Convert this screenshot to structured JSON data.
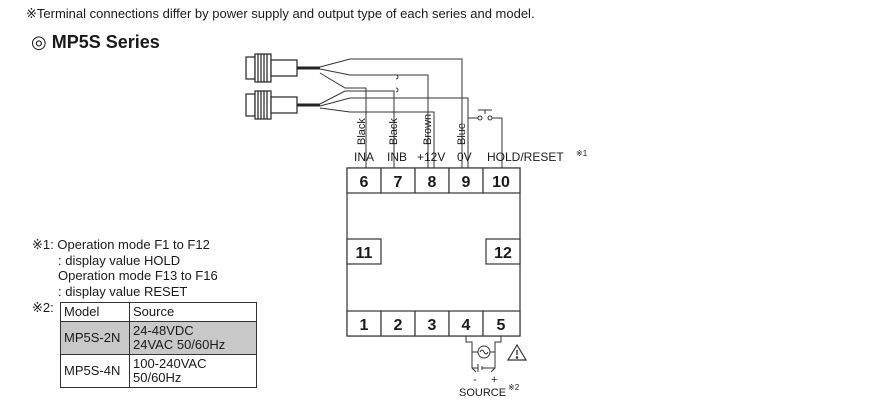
{
  "note": "※Terminal connections differ by power supply and output type of each series and model.",
  "series": {
    "mark": "◎",
    "title": "MP5S Series"
  },
  "wires": [
    "Black",
    "Black",
    "Brown",
    "Blue"
  ],
  "signals": [
    "INA",
    "INB",
    "+12V",
    "0V",
    "HOLD/RESET"
  ],
  "signal_note_mark": "※1",
  "terminals": {
    "top": [
      "6",
      "7",
      "8",
      "9",
      "10"
    ],
    "left": "11",
    "right": "12",
    "bottom": [
      "1",
      "2",
      "3",
      "4",
      "5"
    ]
  },
  "source": {
    "minus": "-",
    "plus": "+",
    "label": "SOURCE",
    "mark": "※2"
  },
  "footnote1": {
    "mark": "※1:",
    "lines": [
      "Operation mode F1 to F12",
      ": display value HOLD",
      "Operation mode F13 to F16",
      ": display value RESET"
    ]
  },
  "footnote2": {
    "mark": "※2:",
    "headers": [
      "Model",
      "Source"
    ],
    "rows": [
      {
        "model": "MP5S-2N",
        "source": [
          "24-48VDC",
          "24VAC 50/60Hz"
        ]
      },
      {
        "model": "MP5S-4N",
        "source": [
          "100-240VAC",
          "50/60Hz"
        ]
      }
    ]
  },
  "colors": {
    "shade": "#c8c8c8",
    "line": "#333333"
  }
}
